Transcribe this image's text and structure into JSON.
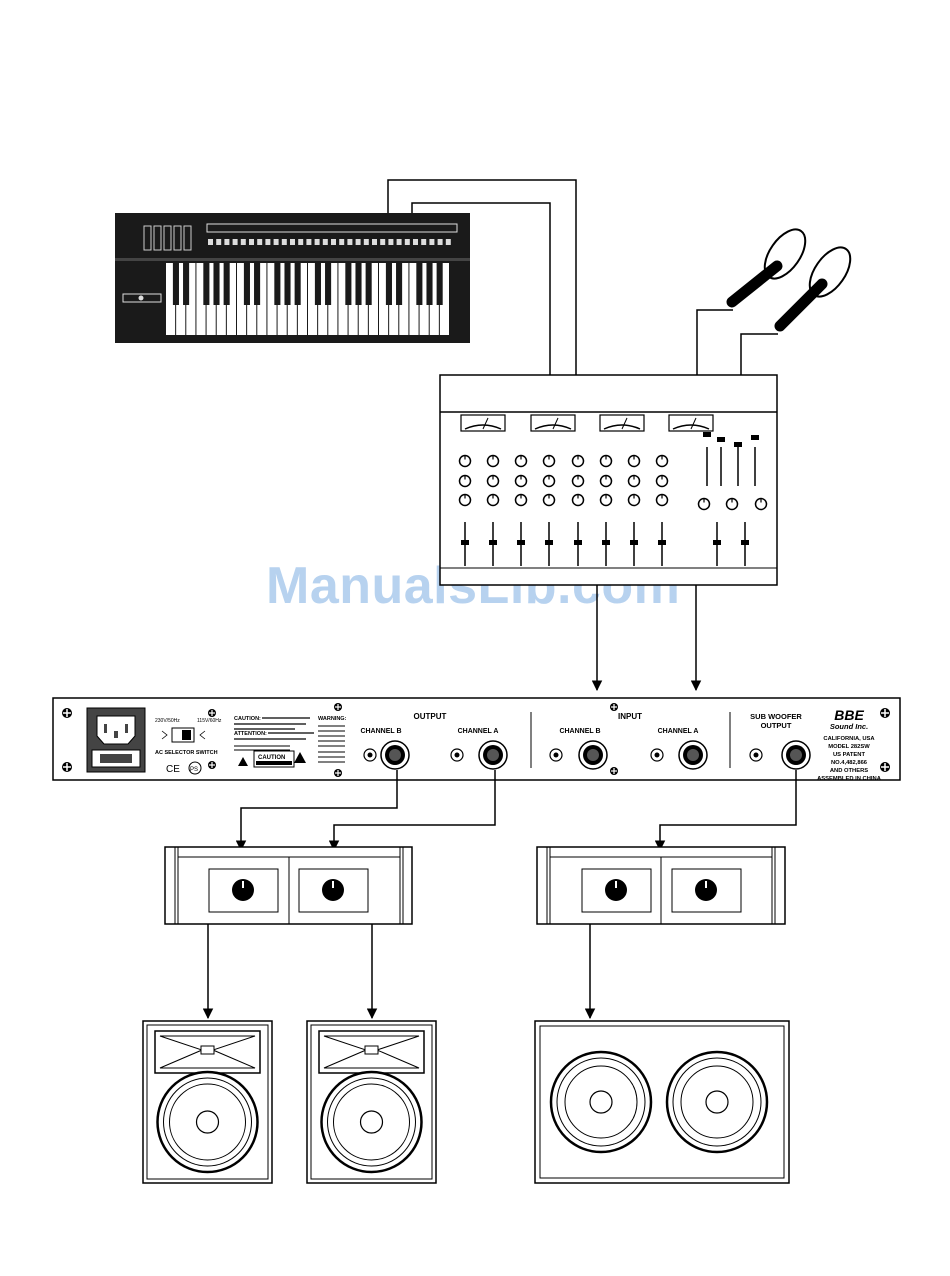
{
  "watermark": "ManualsLib.com",
  "panel": {
    "output_title": "OUTPUT",
    "input_title": "INPUT",
    "output_channel_b": "CHANNEL B",
    "output_channel_a": "CHANNEL A",
    "input_channel_b": "CHANNEL B",
    "input_channel_a": "CHANNEL A",
    "sub_woofer_line1": "SUB WOOFER",
    "sub_woofer_line2": "OUTPUT",
    "ac_selector": "AC SELECTOR SWITCH",
    "voltage_left": "230V/50Hz",
    "voltage_right": "115V/60Hz",
    "caution_heading": "CAUTION:",
    "attention_heading": "ATTENTION:",
    "warning_heading": "WARNING:",
    "caution_box": "CAUTION",
    "ce_mark": "CE",
    "ps_mark": "PS",
    "brand_logo": "BBE",
    "brand_name": "Sound Inc.",
    "maker_lines": [
      "CALIFORNIA, USA",
      "MODEL 282SW",
      "US PATENT",
      "NO.4,482,866",
      "AND OTHERS",
      "ASSEMBLED IN CHINA"
    ]
  }
}
